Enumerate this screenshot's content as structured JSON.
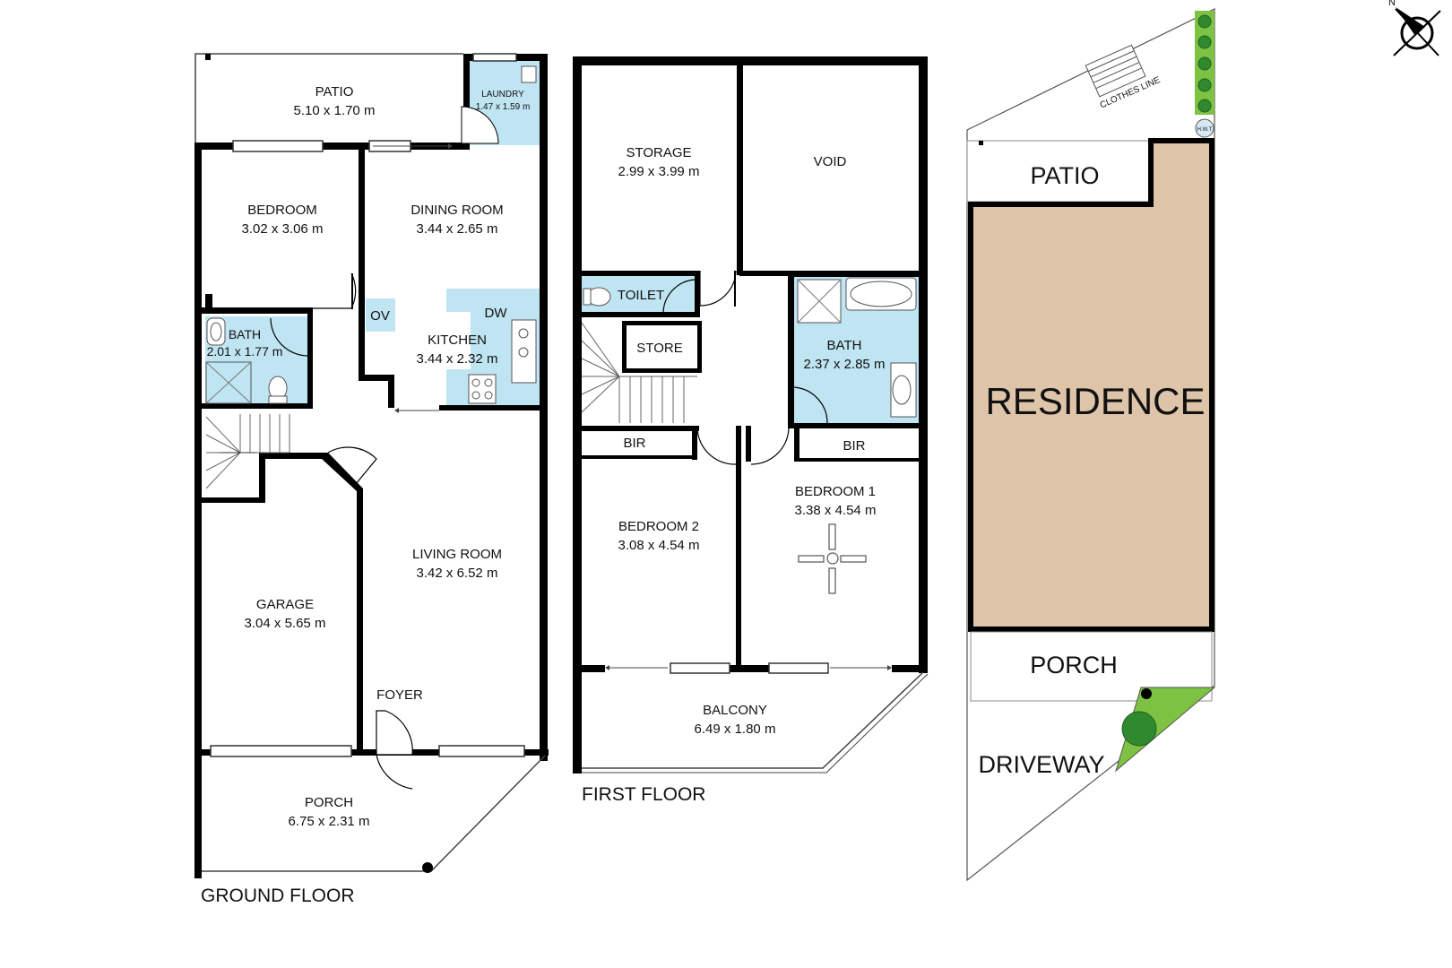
{
  "floors": {
    "ground": {
      "title": "GROUND FLOOR",
      "rooms": {
        "patio": {
          "name": "PATIO",
          "size": "5.10 x 1.70 m"
        },
        "laundry": {
          "name": "LAUNDRY",
          "size": "1.47 x 1.59 m"
        },
        "bedroom": {
          "name": "BEDROOM",
          "size": "3.02 x 3.06 m"
        },
        "dining": {
          "name": "DINING ROOM",
          "size": "3.44 x 2.65 m"
        },
        "bath": {
          "name": "BATH",
          "size": "2.01 x 1.77 m"
        },
        "kitchen": {
          "name": "KITCHEN",
          "size": "3.44 x 2.32 m"
        },
        "oven": "OV",
        "dishwasher": "DW",
        "living": {
          "name": "LIVING ROOM",
          "size": "3.42 x 6.52 m"
        },
        "garage": {
          "name": "GARAGE",
          "size": "3.04 x 5.65 m"
        },
        "foyer": "FOYER",
        "porch": {
          "name": "PORCH",
          "size": "6.75 x 2.31 m"
        }
      }
    },
    "first": {
      "title": "FIRST FLOOR",
      "rooms": {
        "storage": {
          "name": "STORAGE",
          "size": "2.99 x 3.99 m"
        },
        "void": "VOID",
        "toilet": "TOILET",
        "store": "STORE",
        "bath": {
          "name": "BATH",
          "size": "2.37 x 2.85 m"
        },
        "bir_left": "BIR",
        "bir_right": "BIR",
        "bedroom2": {
          "name": "BEDROOM 2",
          "size": "3.08 x 4.54 m"
        },
        "bedroom1": {
          "name": "BEDROOM 1",
          "size": "3.38 x 4.54 m"
        },
        "balcony": {
          "name": "BALCONY",
          "size": "6.49 x 1.80 m"
        }
      }
    }
  },
  "site": {
    "clothes_line": "CLOTHES LINE",
    "hwt": "H.W.T",
    "patio": "PATIO",
    "residence": "RESIDENCE",
    "porch": "PORCH",
    "driveway": "DRIVEWAY",
    "north": "N"
  },
  "colors": {
    "wall": "#000000",
    "wet_area": "#bfe4f2",
    "residence": "#dec5aa",
    "garden": "#7dc242"
  },
  "icons": [
    "north-arrow-icon",
    "ceiling-fan-icon",
    "tree-icon",
    "stairs-icon"
  ]
}
